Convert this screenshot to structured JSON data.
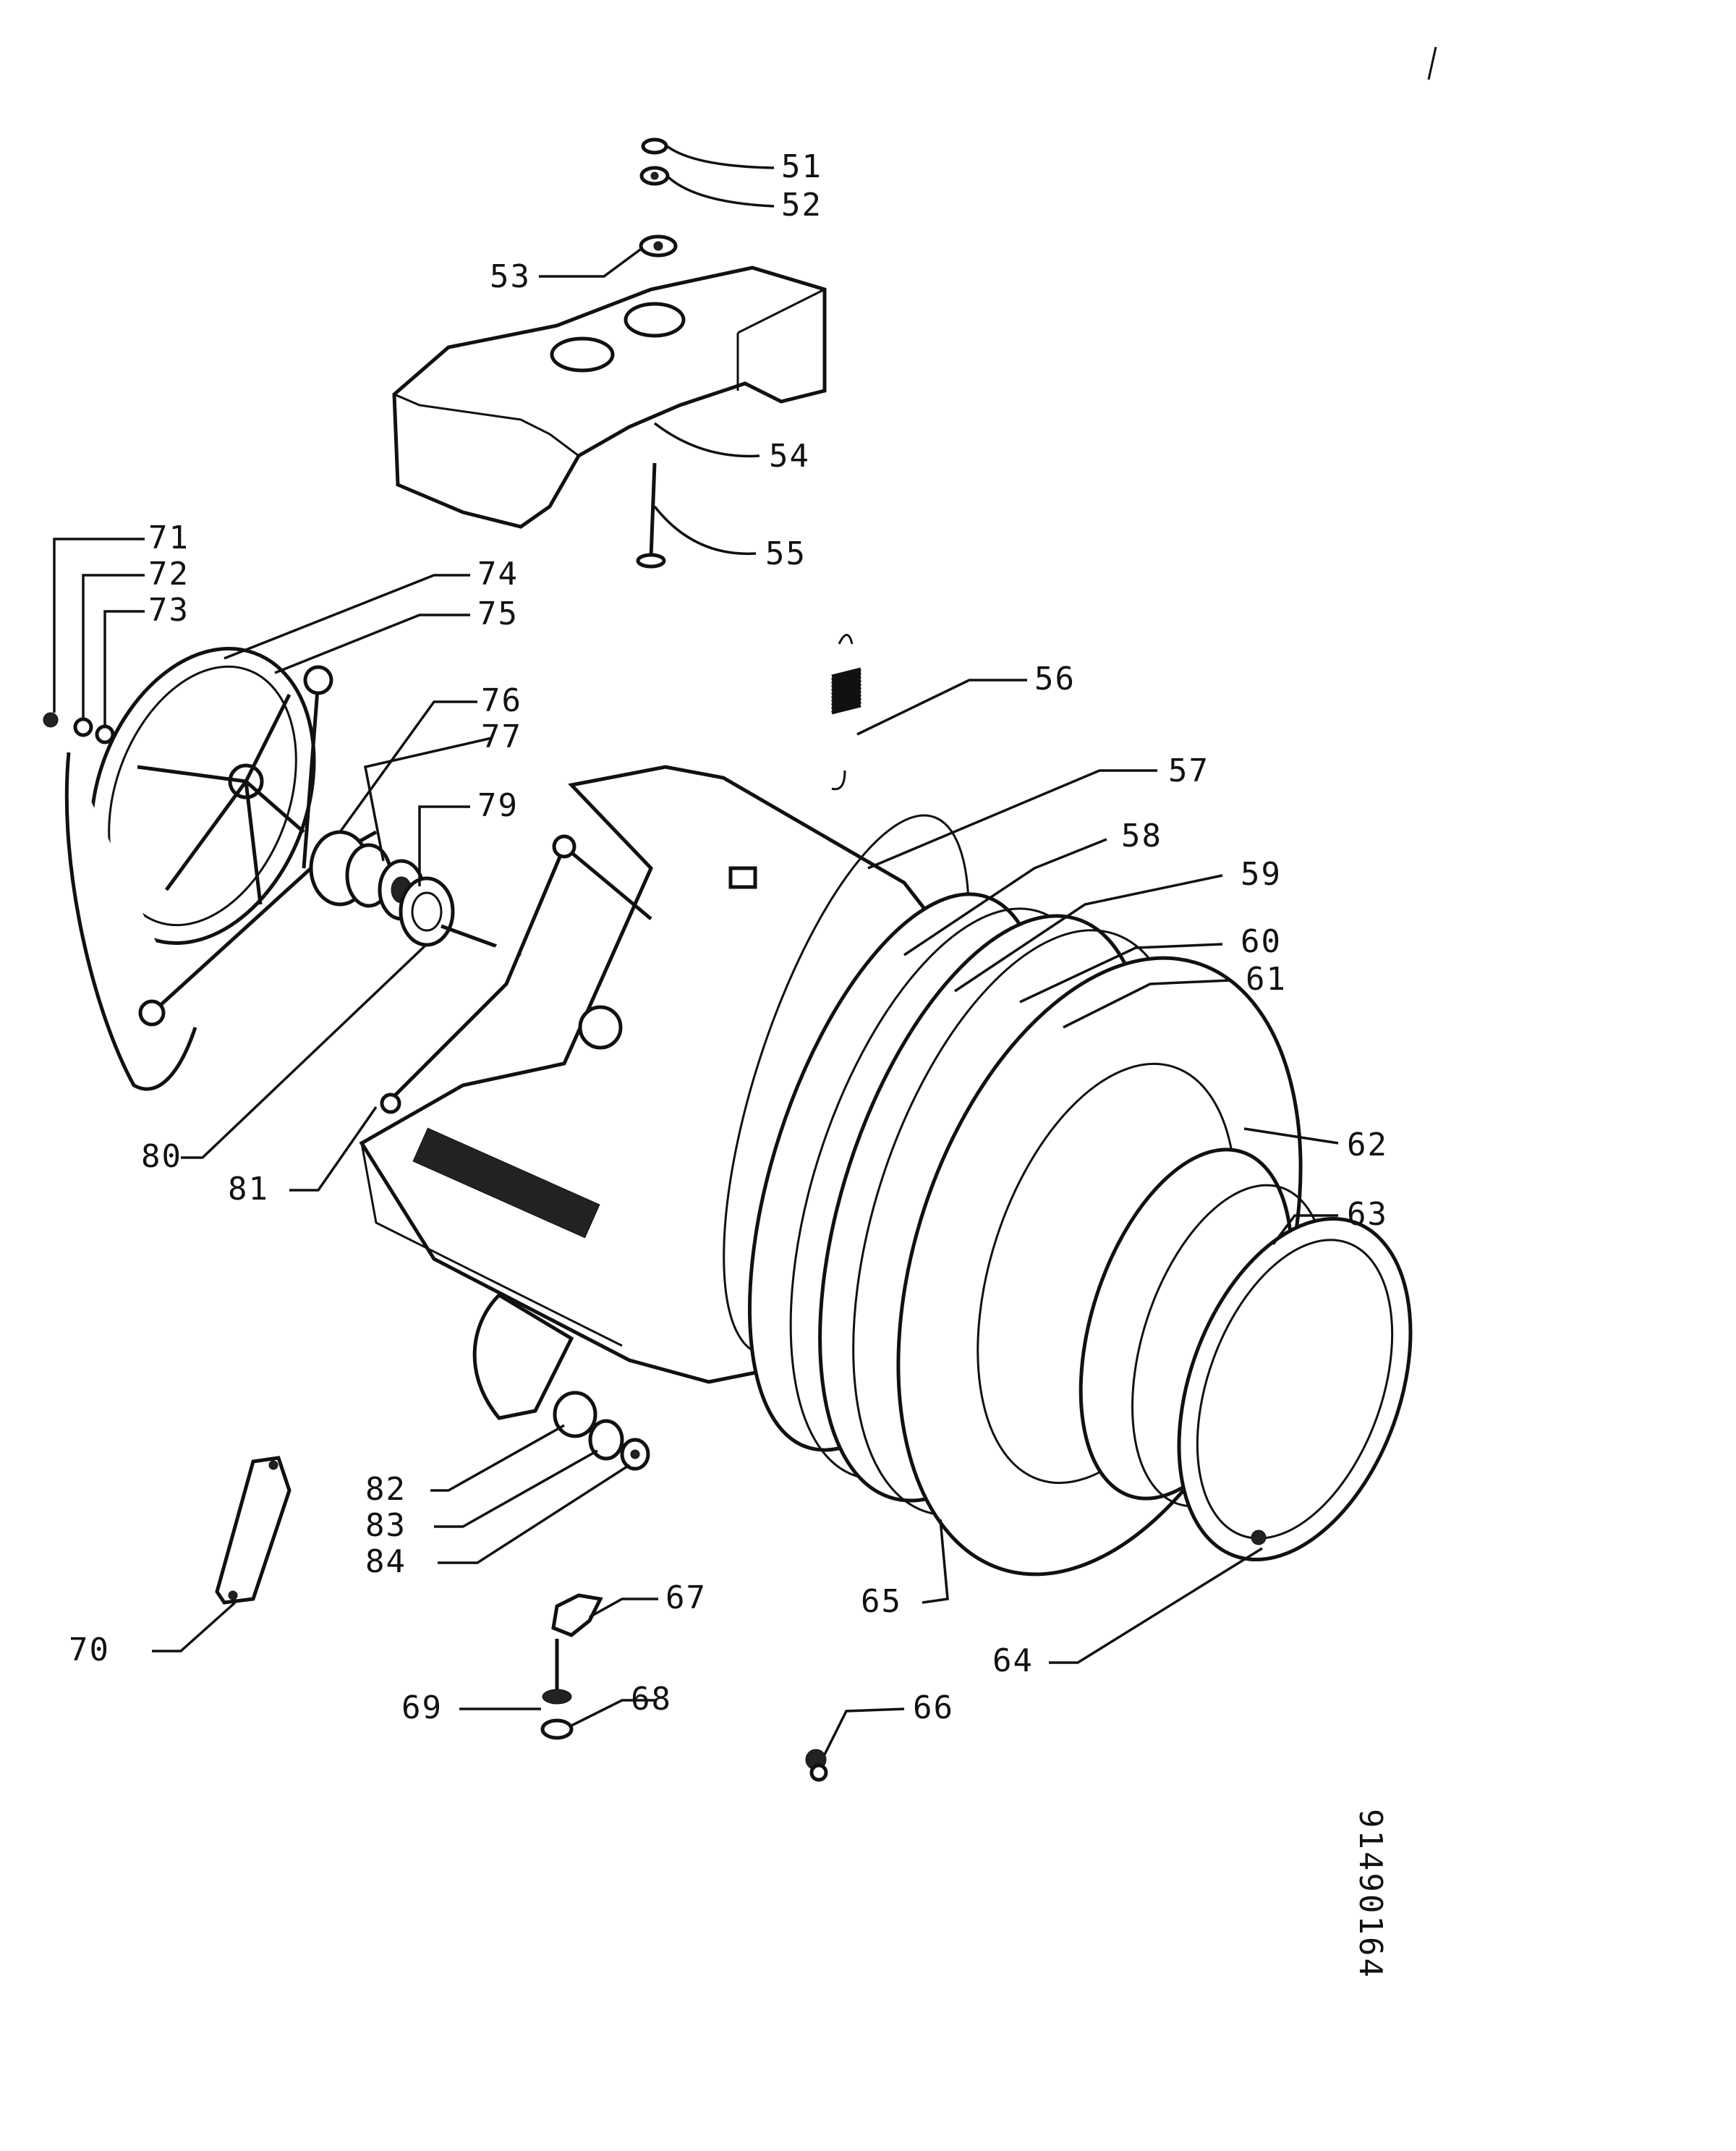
{
  "diagram": {
    "drawing_code": "91490164",
    "parts": [
      {
        "id": "p51",
        "label": "51"
      },
      {
        "id": "p52",
        "label": "52"
      },
      {
        "id": "p53",
        "label": "53"
      },
      {
        "id": "p54",
        "label": "54"
      },
      {
        "id": "p55",
        "label": "55"
      },
      {
        "id": "p56",
        "label": "56"
      },
      {
        "id": "p57",
        "label": "57"
      },
      {
        "id": "p58",
        "label": "58"
      },
      {
        "id": "p59",
        "label": "59"
      },
      {
        "id": "p60",
        "label": "60"
      },
      {
        "id": "p61",
        "label": "61"
      },
      {
        "id": "p62",
        "label": "62"
      },
      {
        "id": "p63",
        "label": "63"
      },
      {
        "id": "p64",
        "label": "64"
      },
      {
        "id": "p65",
        "label": "65"
      },
      {
        "id": "p66",
        "label": "66"
      },
      {
        "id": "p67",
        "label": "67"
      },
      {
        "id": "p68",
        "label": "68"
      },
      {
        "id": "p69",
        "label": "69"
      },
      {
        "id": "p70",
        "label": "70"
      },
      {
        "id": "p71",
        "label": "71"
      },
      {
        "id": "p72",
        "label": "72"
      },
      {
        "id": "p73",
        "label": "73"
      },
      {
        "id": "p74",
        "label": "74"
      },
      {
        "id": "p75",
        "label": "75"
      },
      {
        "id": "p76",
        "label": "76"
      },
      {
        "id": "p77",
        "label": "77"
      },
      {
        "id": "p79",
        "label": "79"
      },
      {
        "id": "p80",
        "label": "80"
      },
      {
        "id": "p81",
        "label": "81"
      },
      {
        "id": "p82",
        "label": "82"
      },
      {
        "id": "p83",
        "label": "83"
      },
      {
        "id": "p84",
        "label": "84"
      }
    ]
  }
}
